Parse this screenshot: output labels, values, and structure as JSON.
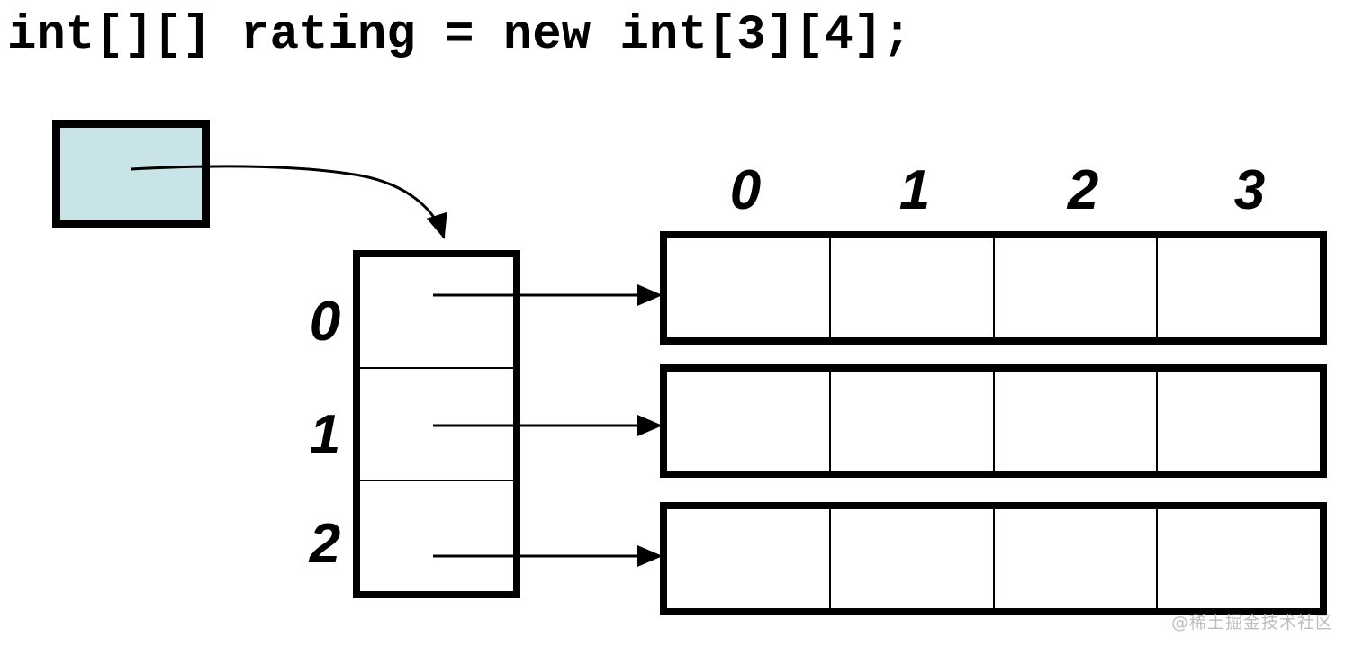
{
  "title": "int[][] rating = new int[3][4];",
  "diagram": {
    "reference_box": {
      "fill_color": "#c9e4e7"
    },
    "outer_array": {
      "row_count": 3,
      "row_index_labels": [
        "0",
        "1",
        "2"
      ]
    },
    "inner_arrays": {
      "count": 3,
      "column_count": 4,
      "column_index_labels": [
        "0",
        "1",
        "2",
        "3"
      ]
    },
    "colors": {
      "line": "#000000",
      "reference_fill": "#c9e4e7",
      "watermark_gray": "#bababa"
    }
  },
  "watermark": "@稀土掘金技术社区"
}
